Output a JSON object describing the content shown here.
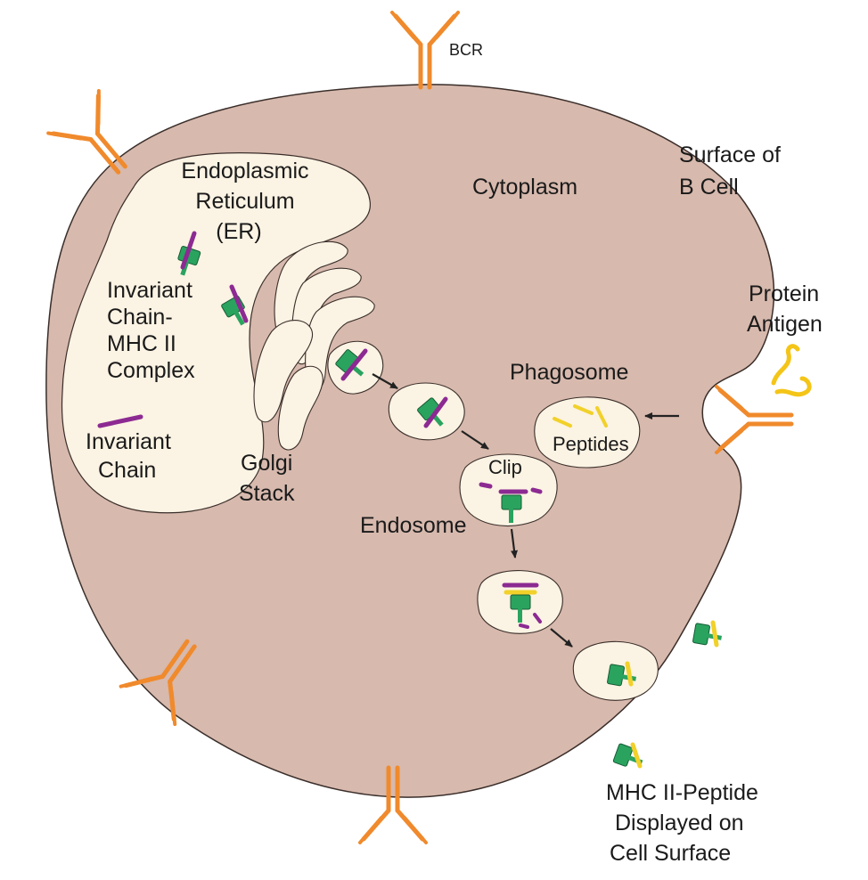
{
  "labels": {
    "bcr": "BCR",
    "surface_line1": "Surface of",
    "surface_line2": "B Cell",
    "er_line1": "Endoplasmic",
    "er_line2": "Reticulum",
    "er_line3": "(ER)",
    "cytoplasm": "Cytoplasm",
    "complex_line1": "Invariant",
    "complex_line2": "Chain-",
    "complex_line3": "MHC II",
    "complex_line4": "Complex",
    "invariant_line1": "Invariant",
    "invariant_line2": "Chain",
    "golgi_line1": "Golgi",
    "golgi_line2": "Stack",
    "protein_line1": "Protein",
    "protein_line2": "Antigen",
    "phagosome": "Phagosome",
    "peptides": "Peptides",
    "clip": "Clip",
    "endosome": "Endosome",
    "display_line1": "MHC II-Peptide",
    "display_line2": "Displayed on",
    "display_line3": "Cell Surface"
  },
  "colors": {
    "cell_fill": "#d7b9ad",
    "cell_stroke": "#3a2e2a",
    "organelle_fill": "#fbf3e3",
    "receptor": "#f08a2c",
    "mhc": "#2aa35f",
    "invariant_chain": "#8c2a92",
    "peptide": "#f1d12a",
    "antigen": "#f4c518",
    "arrow": "#222222"
  },
  "icons": [
    "bcr-receptor-icon",
    "mhc-ii-icon",
    "invariant-chain-icon",
    "peptide-icon",
    "arrow-icon"
  ]
}
